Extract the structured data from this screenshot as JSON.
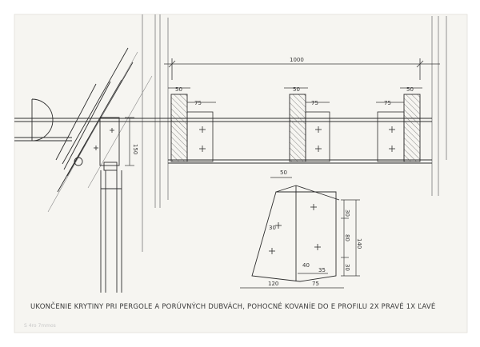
{
  "sheet": {
    "paper_color": "#f6f5f1",
    "ink_color": "#2e2e2e",
    "pencil_color": "#b5b5b5",
    "hatch_color": "#555555"
  },
  "dimensions": {
    "overall_width": "1000",
    "post_left": "50",
    "post_middle": "50",
    "post_right": "50",
    "gap_left": "75",
    "gap_middle": "75",
    "gap_right": "75",
    "section_height": "150",
    "plate_top": "50",
    "plate_hole_offset": "30",
    "plate_height_upper": "30",
    "plate_height_middle": "80",
    "plate_height_lower": "30",
    "plate_total_height": "140",
    "plate_bottom_a": "40",
    "plate_bottom_b": "35",
    "plate_left_width": "120",
    "plate_right_width": "75"
  },
  "caption": {
    "text": "Ukončenie krytiny pri pergole a porúvných dubvách, pohocné kovaníe do e profilu 2x pravé 1x ľavé"
  },
  "pencil_note": {
    "text": "S 4ro 7mmos"
  }
}
